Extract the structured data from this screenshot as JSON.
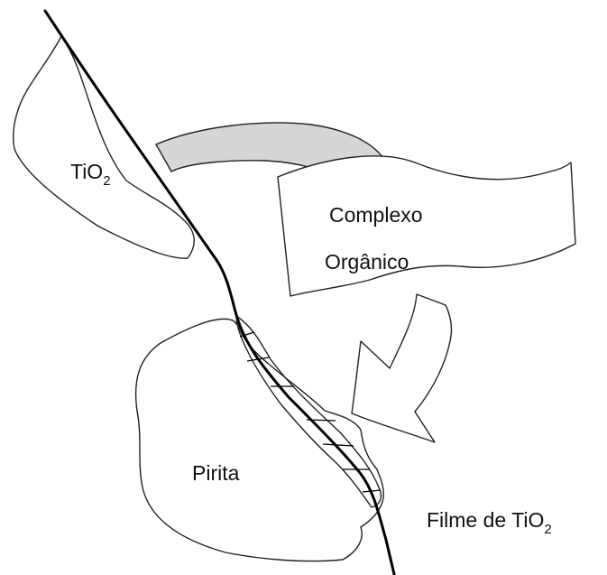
{
  "labels": {
    "tio2_particle": {
      "base": "TiO",
      "sub": "2"
    },
    "complex_line1": "Complexo",
    "complex_line2": "Orgânico",
    "pyrite": "Pirita",
    "film": {
      "base": "Filme de TiO",
      "sub": "2"
    }
  },
  "colors": {
    "arc_fill": "#d6d6d6",
    "line": "#000000",
    "outline": "#222222"
  }
}
